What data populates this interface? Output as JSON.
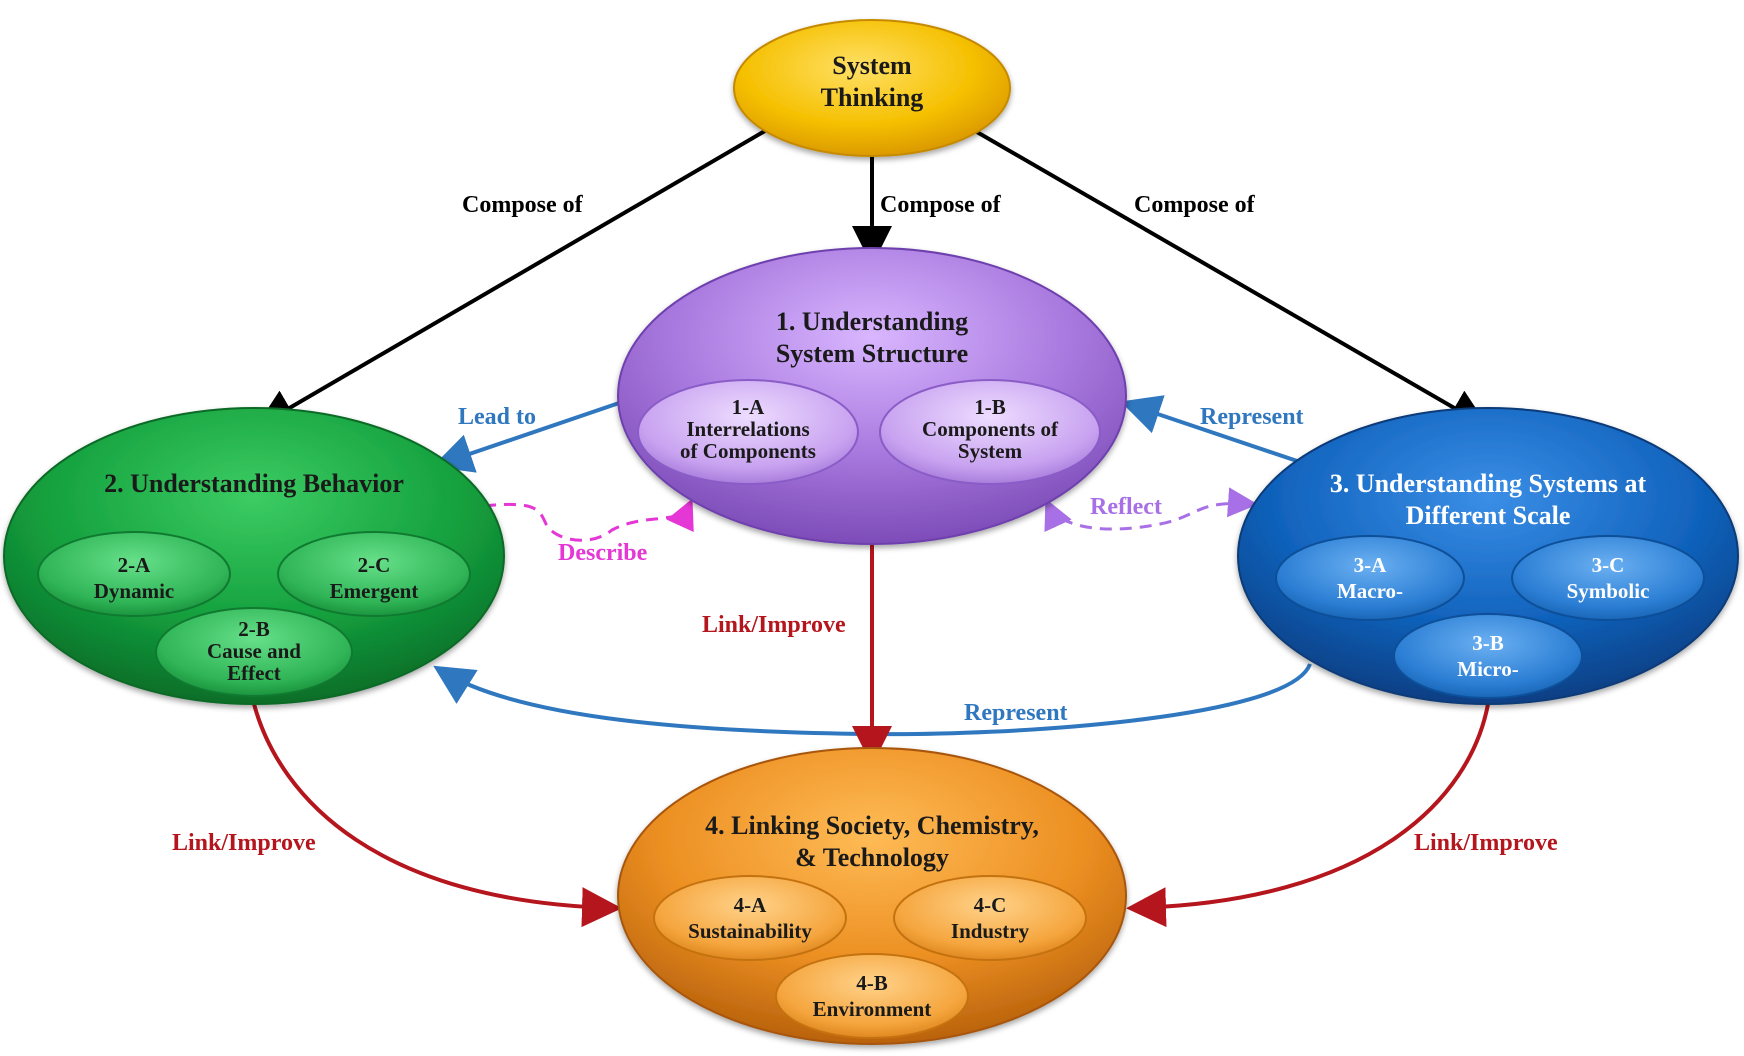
{
  "colors": {
    "top": "#f4b400",
    "structure": "#a777dd",
    "behavior": "#109c3d",
    "scales": "#0f5fb8",
    "society": "#e88a1e",
    "compose_edge": "#000000",
    "blue_edge": "#2f77bf",
    "red_edge": "#b5161d",
    "describe_edge": "#e536d6",
    "reflect_edge": "#a870e6"
  },
  "nodes": {
    "top": {
      "line1": "System",
      "line2": "Thinking"
    },
    "structure": {
      "line1": "1. Understanding",
      "line2": "System Structure",
      "sub_a": {
        "line1": "1-A",
        "line2": "Interrelations",
        "line3": "of Components"
      },
      "sub_b": {
        "line1": "1-B",
        "line2": "Components of",
        "line3": "System"
      }
    },
    "behavior": {
      "title": "2. Understanding Behavior",
      "sub_a": {
        "line1": "2-A",
        "line2": "Dynamic"
      },
      "sub_b": {
        "line1": "2-B",
        "line2": "Cause and",
        "line3": "Effect"
      },
      "sub_c": {
        "line1": "2-C",
        "line2": "Emergent"
      }
    },
    "scales": {
      "line1": "3. Understanding Systems at",
      "line2": "Different Scale",
      "sub_a": {
        "line1": "3-A",
        "line2": "Macro-"
      },
      "sub_b": {
        "line1": "3-B",
        "line2": "Micro-"
      },
      "sub_c": {
        "line1": "3-C",
        "line2": "Symbolic"
      }
    },
    "society": {
      "line1": "4. Linking Society, Chemistry,",
      "line2": "& Technology",
      "sub_a": {
        "line1": "4-A",
        "line2": "Sustainability"
      },
      "sub_b": {
        "line1": "4-B",
        "line2": "Environment"
      },
      "sub_c": {
        "line1": "4-C",
        "line2": "Industry"
      }
    }
  },
  "edges": {
    "compose_left": "Compose of",
    "compose_mid": "Compose of",
    "compose_right": "Compose of",
    "lead_to": "Lead to",
    "represent_top": "Represent",
    "represent_bottom": "Represent",
    "describe": "Describe",
    "reflect": "Reflect",
    "link_mid": "Link/Improve",
    "link_left": "Link/Improve",
    "link_right": "Link/Improve"
  }
}
